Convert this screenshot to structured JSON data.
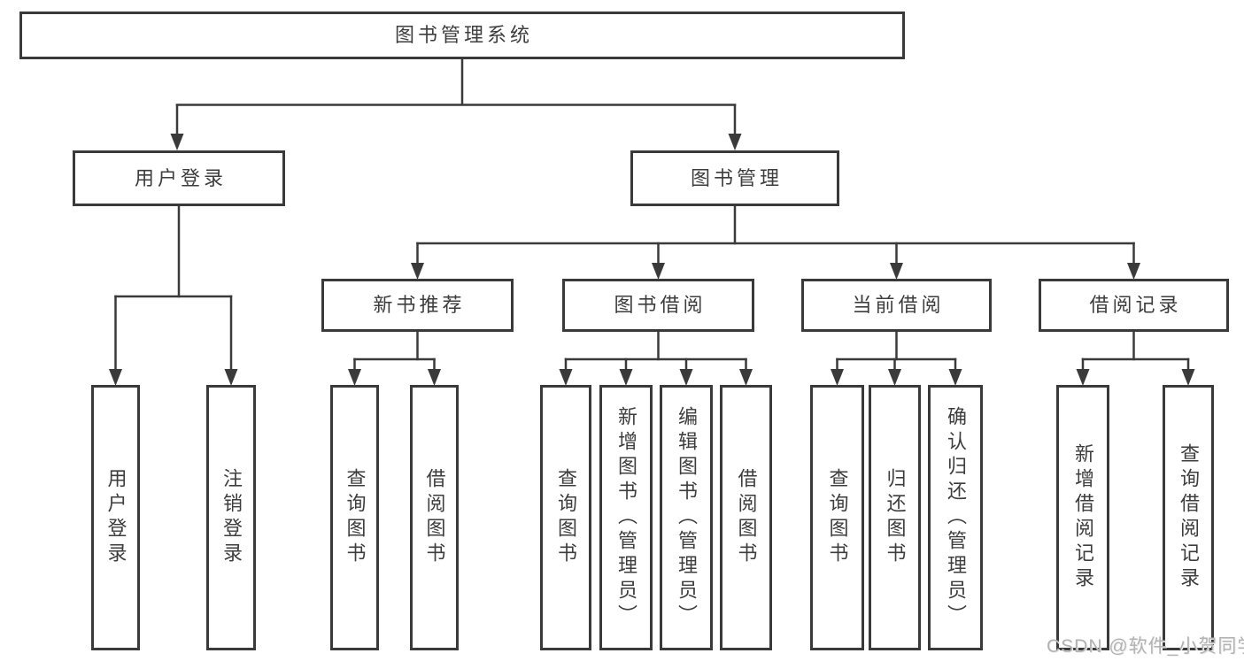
{
  "diagram": {
    "root": {
      "label": "图书管理系统"
    },
    "user_login": {
      "label": "用户登录",
      "children": [
        {
          "label": "用户登录"
        },
        {
          "label": "注销登录"
        }
      ]
    },
    "book_management": {
      "label": "图书管理",
      "sections": {
        "new_books": {
          "label": "新书推荐",
          "children": [
            {
              "label": "查询图书"
            },
            {
              "label": "借阅图书"
            }
          ]
        },
        "borrowing": {
          "label": "图书借阅",
          "children": [
            {
              "label": "查询图书"
            },
            {
              "label": "新增图书（管理员）"
            },
            {
              "label": "编辑图书（管理员）"
            },
            {
              "label": "借阅图书"
            }
          ]
        },
        "current": {
          "label": "当前借阅",
          "children": [
            {
              "label": "查询图书"
            },
            {
              "label": "归还图书"
            },
            {
              "label": "确认归还（管理员）"
            }
          ]
        },
        "records": {
          "label": "借阅记录",
          "children": [
            {
              "label": "新增借阅记录"
            },
            {
              "label": "查询借阅记录"
            }
          ]
        }
      }
    }
  },
  "watermark": {
    "text": "CSDN @软件_小贺同学"
  },
  "colors": {
    "line": "#3a3a3a",
    "text": "#3d3d3d",
    "watermark": "#b2b2b2",
    "background": "#ffffff"
  }
}
